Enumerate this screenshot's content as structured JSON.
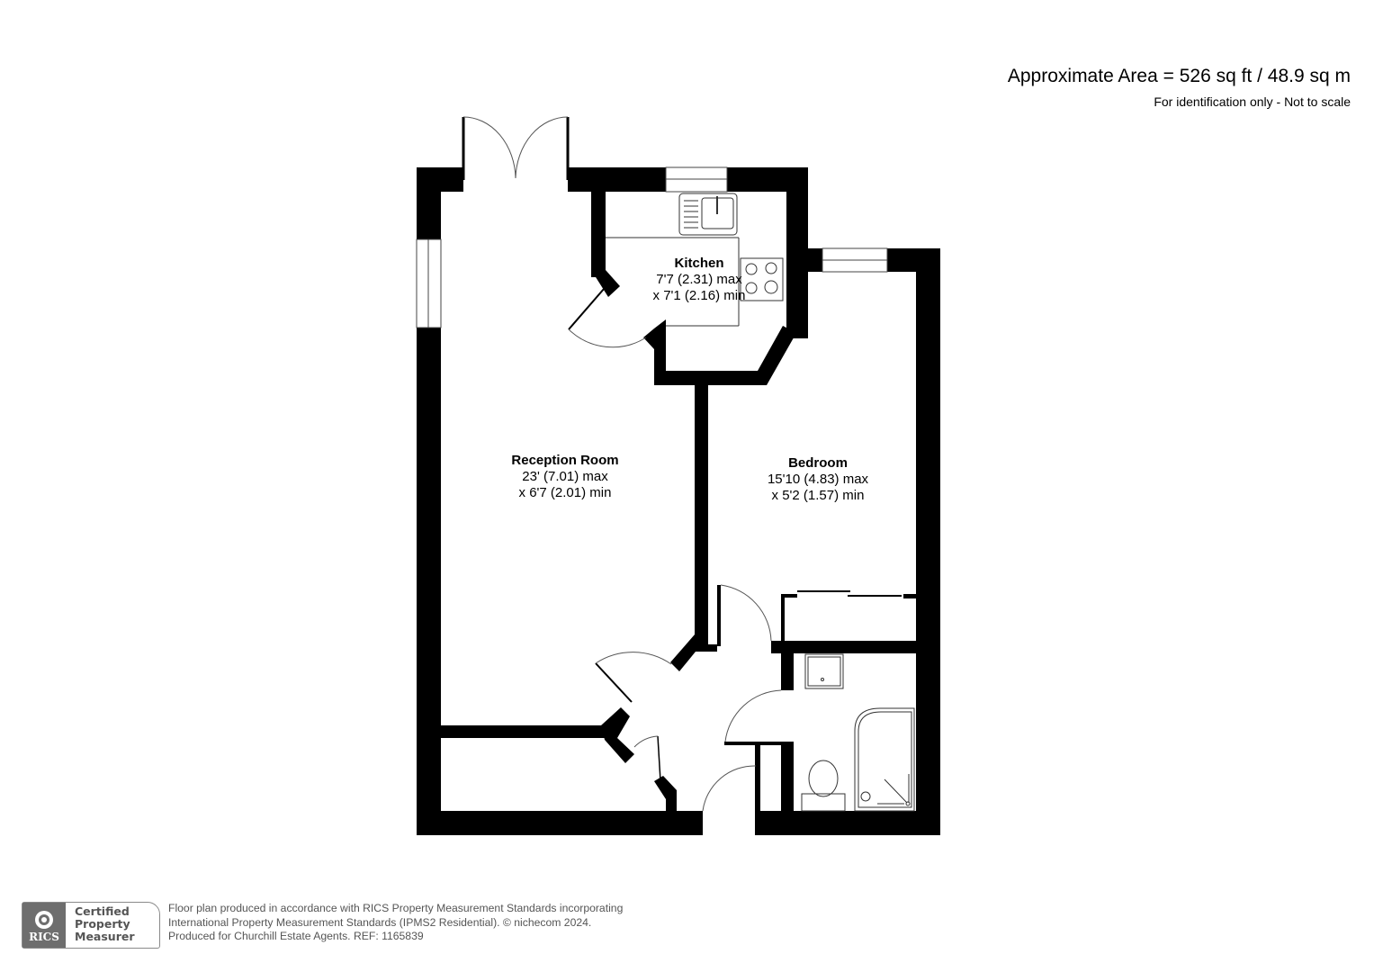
{
  "header": {
    "area": "Approximate Area = 526 sq ft / 48.9 sq m",
    "disclaimer": "For identification only - Not to scale"
  },
  "rooms": [
    {
      "name": "Kitchen",
      "dim_max": "7'7 (2.31) max",
      "dim_min": "x 7'1 (2.16) min"
    },
    {
      "name": "Reception Room",
      "dim_max": "23' (7.01) max",
      "dim_min": "x 6'7 (2.01) min"
    },
    {
      "name": "Bedroom",
      "dim_max": "15'10 (4.83) max",
      "dim_min": "x 5'2 (1.57) min"
    }
  ],
  "badge": {
    "org": "RICS",
    "line1": "Certified",
    "line2": "Property",
    "line3": "Measurer"
  },
  "footer": {
    "line1": "Floor plan produced in accordance with RICS Property Measurement Standards incorporating",
    "line2": "International Property Measurement Standards (IPMS2 Residential).   © nichecom 2024.",
    "line3": "Produced for Churchill Estate Agents.   REF: 1165839"
  },
  "colors": {
    "wall": "#000000",
    "line": "#555555",
    "footer_text": "#555555",
    "badge_dark": "#6e6e6e"
  }
}
